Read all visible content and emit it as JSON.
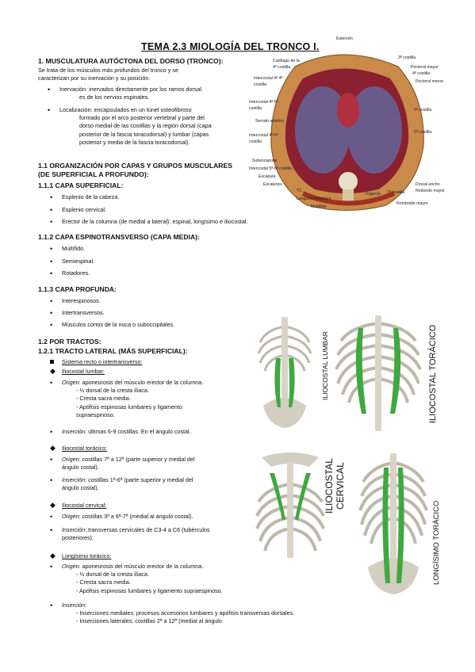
{
  "title": "TEMA 2.3 MIOLOGÍA DEL TRONCO I.",
  "s1": {
    "heading": "1. MUSCULATURA AUTÓCTONA DEL DORSO (TRONCO):",
    "intro1": "Se trata de los músculos más profundos del tronco y se",
    "intro2": "caracterizan por su inervación y su posición.",
    "inervacion_label": "Inervación:",
    "inervacion_1": " inervados directamente por los ramos dorsal",
    "inervacion_2": "es de los nervios espinales.",
    "loc_label": "Localización:",
    "loc_1": " encapsulados en un túnel osteofibroso",
    "loc_2": "formado por el arco posterior vertebral y parte del",
    "loc_3": "dorso medial de las costillas y la región dorsal (capa",
    "loc_4": "posterior de la fascia toracodorsal) y lumbar (capas",
    "loc_5": "posterior y media de la fascia toracodorsal)."
  },
  "s11": {
    "heading1": "1.1 ORGANIZACIÓN POR CAPAS Y GRUPOS MUSCULARES",
    "heading2": "(DE SUPERFICIAL A PROFUNDO):",
    "h111": "1.1.1 CAPA SUPERFICIAL:",
    "sup": [
      "Esplenio de la cabeza.",
      "Esplenio cervical.",
      "Erector de la columna (de medial a lateral): espinal, longísimo e iliocostal."
    ],
    "h112": "1.1.2 CAPA ESPINOTRANSVERSO (CAPA MEDIA):",
    "med": [
      "Multífido.",
      "Semiespinal.",
      "Rotadores."
    ],
    "h113": "1.1.3 CAPA PROFUNDA:",
    "prof": [
      "Interespinosos.",
      "Intertransversos.",
      "Músculos cortos de la nuca o suboccipitales."
    ]
  },
  "s12": {
    "heading": "1.2 POR TRACTOS:",
    "h121": "1.2.1 TRACTO LATERAL (MÁS SUPERFICIAL):",
    "sistema": "Sistema recto o intertransverso:",
    "il_lumbar": "Iliocostal lumbar:",
    "origen": "Origen",
    "insercion": "Inserción",
    "ill_o": ": aponeurosis del músculo erector de la columna.",
    "ill_o1": "- ⅓ dorsal de la cresta ilíaca.",
    "ill_o2": "- Cresta sacra media.",
    "ill_o3": "- Apófisis espinosas lumbares y ligamento",
    "ill_o4": "supraespinoso.",
    "ill_i": ": últimas 6-9 costillas. En el ángulo costal.",
    "il_toracico": "Iliocostal torácico:",
    "ilt_o": ": costillas 7ª a 12ª (parte superior y medial del",
    "ilt_o2": "ángulo costal).",
    "ilt_i": ": costillas 1ª-6ª (parte superior y medial del",
    "ilt_i2": "ángulo costal).",
    "il_cervical": "Iliocostal cervical:",
    "ilc_o": ": costillas 3ª a 6ª-7ª (medial al ángulo costal).",
    "ilc_i": ": transversas cervicales de C3-4 a C6 (tubérculos",
    "ilc_i2": "posteriores).",
    "longisimo": "Longísimo torácico:",
    "lt_o": ": aponeurosis del músculo erector de la columna.",
    "lt_o1": "- ⅓ dorsal de la cresta ilíaca.",
    "lt_o2": "- Cresta sacra media.",
    "lt_o3": "- Apófisis espinosas lumbares y ligamento supraespinoso.",
    "lt_i": ":",
    "lt_i1": "- Inserciones mediales: procesos accesorios lumbares y apófisis transversas dorsales.",
    "lt_i2": "- Inserciones laterales: costillas 2ª a 12ª (medial al ángulo"
  },
  "figure_top": {
    "labels": [
      "Esternón",
      "3ª costilla",
      "Cartílago de la",
      "4ª costilla",
      "Intercostal 4ª 4ª",
      "costilla",
      "Pectoral mayor",
      "4ª costilla",
      "Pectoral menor",
      "Intercostal 4ª-5ª",
      "costilla",
      "Serrato anterior",
      "Intercostal 4ª-6ª",
      "costilla",
      "5ª costilla",
      "6ª costilla",
      "Subescapular",
      "Intercostal 5ª-6ª costilla",
      "Escápula",
      "Escalenos",
      "TC",
      "Longísimo torácico",
      "Multífido",
      "Trapecio",
      "7ª costilla",
      "Dorsal ancho",
      "Redondo mayor",
      "Romboide mayor"
    ]
  },
  "figure_labels": {
    "il_lumbar": "ILIOCOSTAL LUMBAR",
    "il_toracico": "ILIOCOSTAL TORÁCICO",
    "il_cervical_1": "ILIOCOSTAL",
    "il_cervical_2": "CERVICAL",
    "longisimo": "LONGÍSIMO TORÁCICO"
  },
  "colors": {
    "muscle": "#3fa83f",
    "bone": "#d9d6cc",
    "bg_dark": "#2b2b2b"
  }
}
